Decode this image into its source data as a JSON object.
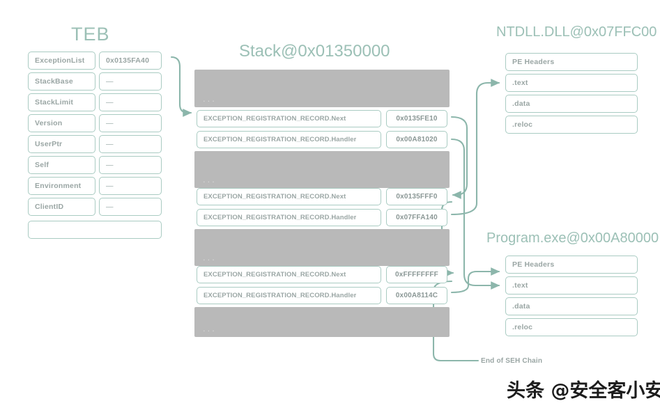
{
  "meta": {
    "accent": "#9cc0b6",
    "border": "#a9cbc2",
    "text": "#9aa6a4",
    "block": "#b9b9b9",
    "background": "#ffffff"
  },
  "teb": {
    "title": "TEB",
    "rows": [
      {
        "key": "ExceptionList",
        "value": "0x0135FA40"
      },
      {
        "key": "StackBase",
        "value": "—"
      },
      {
        "key": "StackLimit",
        "value": "—"
      },
      {
        "key": "Version",
        "value": "—"
      },
      {
        "key": "UserPtr",
        "value": "—"
      },
      {
        "key": "Self",
        "value": "—"
      },
      {
        "key": "Environment",
        "value": "—"
      },
      {
        "key": "ClientID",
        "value": "—"
      }
    ],
    "trailing_row": ""
  },
  "stack": {
    "title": "Stack@0x01350000",
    "ellipsis": "...",
    "entries": [
      {
        "kind": "gap"
      },
      {
        "kind": "row",
        "label": "EXCEPTION_REGISTRATION_RECORD.Next",
        "value": "0x0135FE10"
      },
      {
        "kind": "row",
        "label": "EXCEPTION_REGISTRATION_RECORD.Handler",
        "value": "0x00A81020"
      },
      {
        "kind": "gap"
      },
      {
        "kind": "row",
        "label": "EXCEPTION_REGISTRATION_RECORD.Next",
        "value": "0x0135FFF0"
      },
      {
        "kind": "row",
        "label": "EXCEPTION_REGISTRATION_RECORD.Handler",
        "value": "0x07FFA140"
      },
      {
        "kind": "gap"
      },
      {
        "kind": "row",
        "label": "EXCEPTION_REGISTRATION_RECORD.Next",
        "value": "0xFFFFFFFF"
      },
      {
        "kind": "row",
        "label": "EXCEPTION_REGISTRATION_RECORD.Handler",
        "value": "0x00A8114C"
      },
      {
        "kind": "gap"
      }
    ]
  },
  "ntdll": {
    "title": "NTDLL.DLL@0x07FFC00",
    "sections": [
      "PE Headers",
      ".text",
      ".data",
      ".reloc"
    ]
  },
  "program": {
    "title": "Program.exe@0x00A80000",
    "sections": [
      "PE Headers",
      ".text",
      ".data",
      ".reloc"
    ]
  },
  "notes": {
    "seh_end": "End of SEH Chain"
  },
  "watermark": {
    "text": "头条 @安全客小安"
  }
}
